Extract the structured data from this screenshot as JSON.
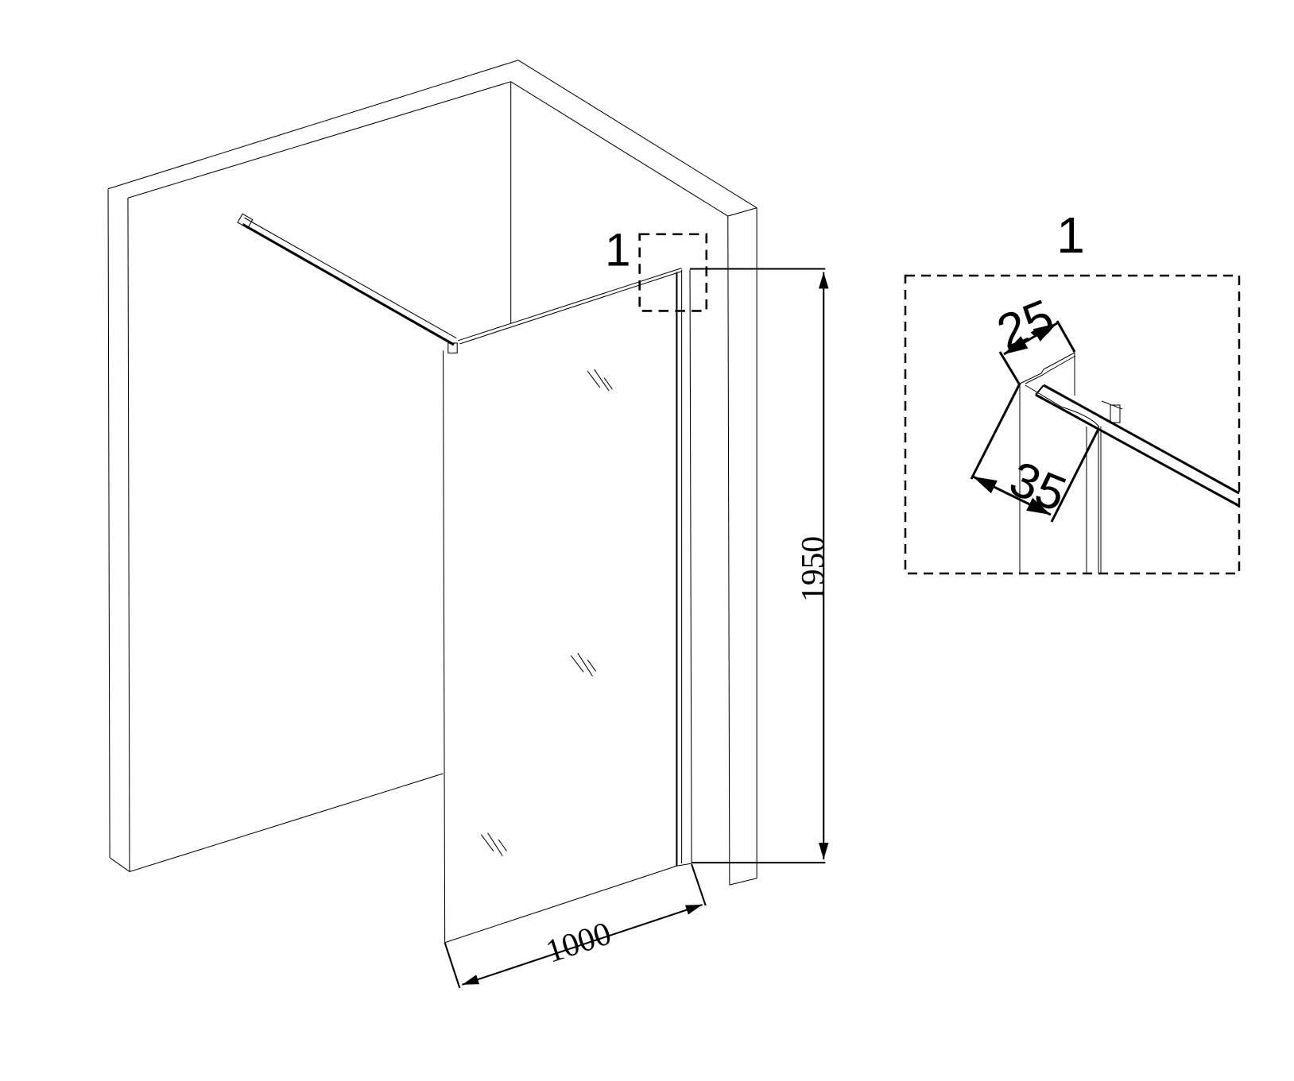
{
  "drawing": {
    "main_view": {
      "detail_marker_label": "1",
      "height_dimension": "1950",
      "width_dimension": "1000"
    },
    "detail_view": {
      "title": "1",
      "profile_depth_dimension": "25",
      "profile_width_dimension": "35"
    }
  },
  "colors": {
    "line": "#000000",
    "background": "#ffffff"
  }
}
